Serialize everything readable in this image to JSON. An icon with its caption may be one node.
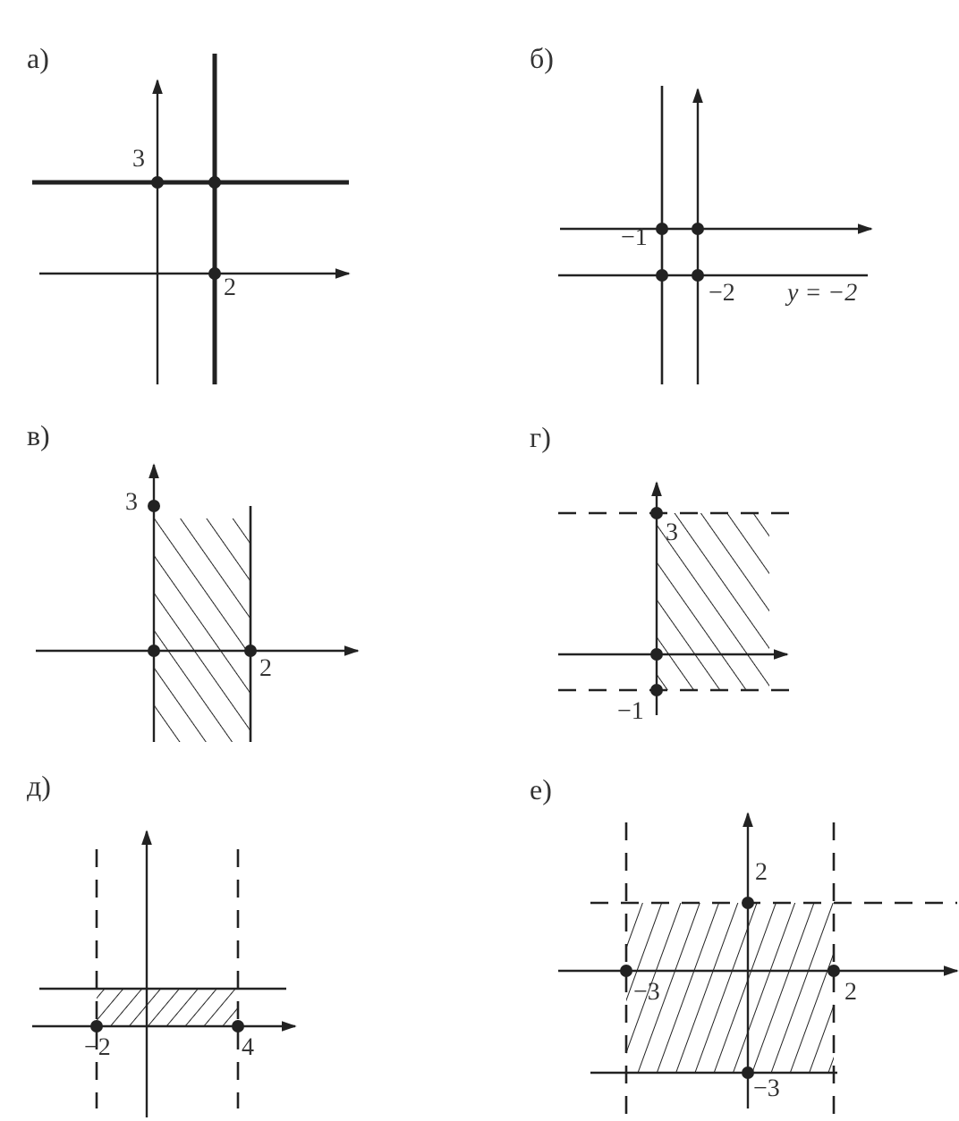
{
  "diagram": {
    "labels": [
      "а)",
      "3",
      "2",
      "б)",
      "−1",
      "−2",
      "y = −2",
      "в)",
      "3",
      "2",
      "г)",
      "3",
      "−1",
      "д)",
      "−2",
      "4",
      "е)",
      "2",
      "−3",
      "2",
      "−3"
    ]
  }
}
